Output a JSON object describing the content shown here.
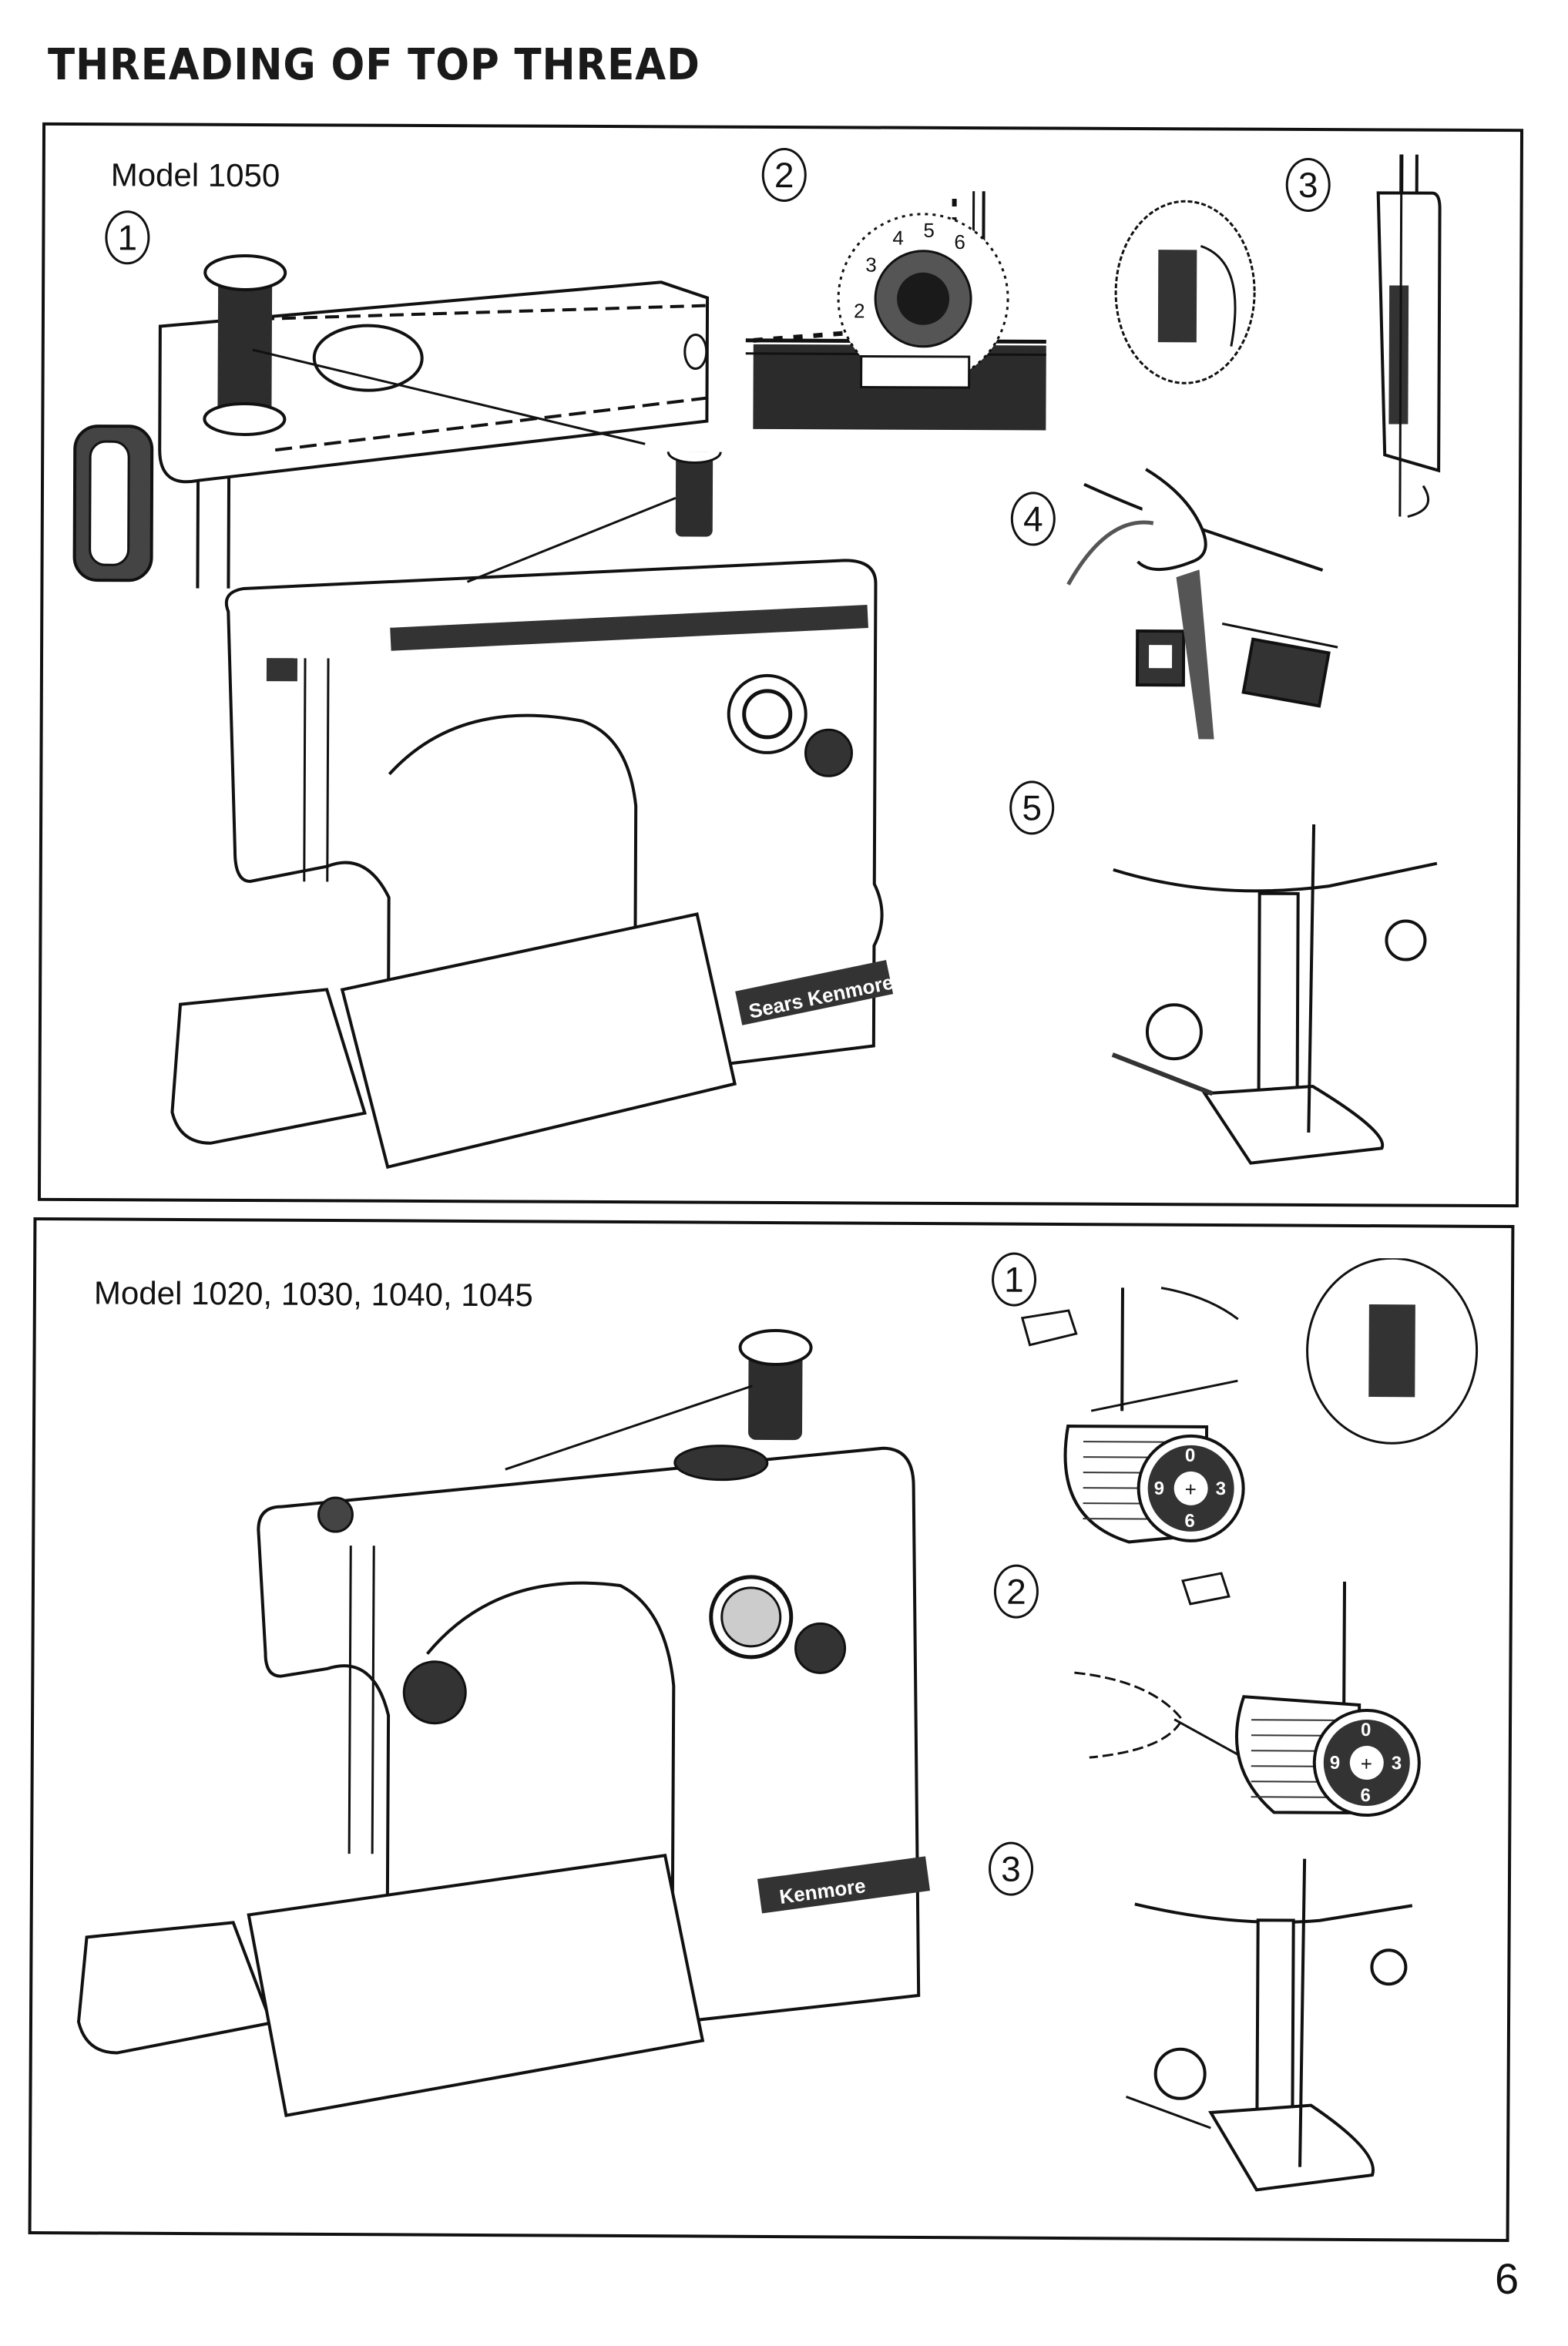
{
  "page": {
    "title": "THREADING OF TOP THREAD",
    "page_number": "6"
  },
  "top_panel": {
    "model_label": "Model 1050",
    "steps": [
      "1",
      "2",
      "3",
      "4",
      "5"
    ],
    "brand_label": "Sears Kenmore",
    "tension_dial_numbers": [
      "2",
      "3",
      "4",
      "5",
      "6"
    ]
  },
  "bottom_panel": {
    "model_label": "Model 1020, 1030, 1040, 1045",
    "steps": [
      "1",
      "2",
      "3"
    ],
    "brand_label": "Kenmore",
    "bobbin_dial_numbers": [
      "0",
      "3",
      "6",
      "9"
    ]
  },
  "colors": {
    "ink": "#111111",
    "paper": "#ffffff",
    "screen": "#3a3a3a"
  }
}
